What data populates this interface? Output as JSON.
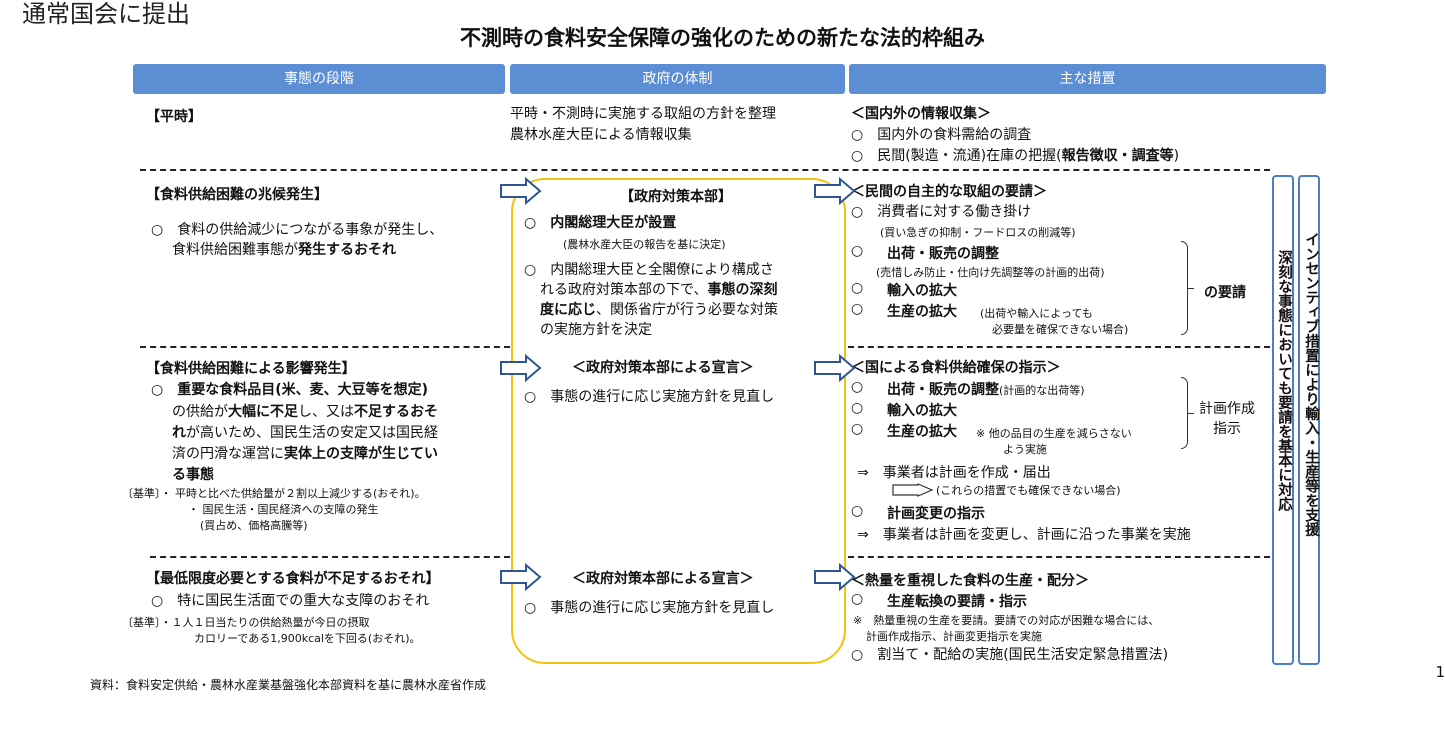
{
  "corner_label": "通常国会に提出",
  "title": "不測時の食料安全保障の強化のための新たな法的枠組み",
  "headers": {
    "stage": "事態の段階",
    "gov": "政府の体制",
    "measures": "主な措置"
  },
  "rows": {
    "peace": {
      "stage": "【平時】",
      "gov_line1": "平時・不測時に実施する取組の方針を整理",
      "gov_line2": "農林水産大臣による情報収集",
      "m_head": "＜国内外の情報収集＞",
      "m1": "○　国内外の食料需給の調査",
      "m2_pre": "○　民間(製造・流通)在庫の把握(",
      "m2_bold": "報告徴収・調査等",
      "m2_post": ")"
    },
    "sign": {
      "stage": "【食料供給困難の兆候発生】",
      "desc1": "○　食料の供給減少につながる事象が発生し、",
      "desc2_pre": "食料供給困難事態が",
      "desc2_bold": "発生するおそれ",
      "gov_head": "【政府対策本部】",
      "gov1_bold": "○　内閣総理大臣が設置",
      "gov1_note": "(農林水産大臣の報告を基に決定)",
      "gov2_l1": "○　内閣総理大臣と全閣僚により構成さ",
      "gov2_l2_pre": "れる政府対策本部の下で、",
      "gov2_l2_bold": "事態の深刻",
      "gov2_l3_bold": "度に応じ",
      "gov2_l3_post": "、関係省庁が行う必要な対策",
      "gov2_l4": "の実施方針を決定",
      "m_head": "＜民間の自主的な取組の要請＞",
      "m1": "○　消費者に対する働き掛け",
      "m1_note": "(買い急ぎの抑制・フードロスの削減等)",
      "m2_mark": "○",
      "m2": "出荷・販売の調整",
      "m2_note": "(売惜しみ防止・仕向け先調整等の計画的出荷)",
      "m3_mark": "○",
      "m3": "輸入の拡大",
      "m4_mark": "○",
      "m4": "生産の拡大",
      "m4_note1": "(出荷や輸入によっても",
      "m4_note2": "必要量を確保できない場合)",
      "brace_label": "の要請"
    },
    "impact": {
      "stage": "【食料供給困難による影響発生】",
      "d1": "○　重要な食料品目(米、麦、大豆等を想定)",
      "d2_pre": "の供給が",
      "d2_b1": "大幅に不足",
      "d2_mid": "し、又は",
      "d2_b2": "不足するおそ",
      "d3_b": "れ",
      "d3_post": "が高いため、国民生活の安定又は国民経",
      "d4_pre": "済の円滑な運営に",
      "d4_b": "実体上の支障が生じてい",
      "d5_b": "る事態",
      "crit1": "〔基準〕・ 平時と比べた供給量が２割以上減少する(おそれ)。",
      "crit2": "・ 国民生活・国民経済への支障の発生",
      "crit3": "(買占め、価格高騰等)",
      "gov_head": "＜政府対策本部による宣言＞",
      "gov1": "○　事態の進行に応じ実施方針を見直し",
      "m_head": "＜国による食料供給確保の指示＞",
      "m1_mark": "○",
      "m1": "出荷・販売の調整",
      "m1_note": "(計画的な出荷等)",
      "m2_mark": "○",
      "m2": "輸入の拡大",
      "m3_mark": "○",
      "m3": "生産の拡大",
      "m3_note1": "※ 他の品目の生産を減らさない",
      "m3_note2": "よう実施",
      "brace_label1": "計画作成",
      "brace_label2": "指示",
      "m4": "⇒　事業者は計画を作成・届出",
      "m4_note": "(これらの措置でも確保できない場合)",
      "m5_mark": "○",
      "m5": "計画変更の指示",
      "m6": "⇒　事業者は計画を変更し、計画に沿った事業を実施"
    },
    "min": {
      "stage": "【最低限度必要とする食料が不足するおそれ】",
      "d1": "○　特に国民生活面での重大な支障のおそれ",
      "crit1": "〔基準〕・１人１日当たりの供給熱量が今日の摂取",
      "crit2": "カロリーである1,900kcalを下回る(おそれ)。",
      "gov_head": "＜政府対策本部による宣言＞",
      "gov1": "○　事態の進行に応じ実施方針を見直し",
      "m_head": "＜熱量を重視した食料の生産・配分＞",
      "m1_mark": "○",
      "m1": "生産転換の要請・指示",
      "m1_note1": "※　熱量重視の生産を要請。要請での対応が困難な場合には、",
      "m1_note2": "計画作成指示、計画変更指示を実施",
      "m2": "○　割当て・配給の実施(国民生活安定緊急措置法)"
    }
  },
  "vertical_left": "深刻な事態においても要請を基本に対応",
  "vertical_right": "インセンティブ措置により輸入・生産等を支援",
  "source": "資料：食料安定供給・農林水産業基盤強化本部資料を基に農林水産省作成",
  "page_number": "1",
  "colors": {
    "header": "#5b8ed3",
    "yellow_frame": "#f2c40f",
    "vertical_frame": "#4a7ec7",
    "arrow": "#2f5597"
  }
}
